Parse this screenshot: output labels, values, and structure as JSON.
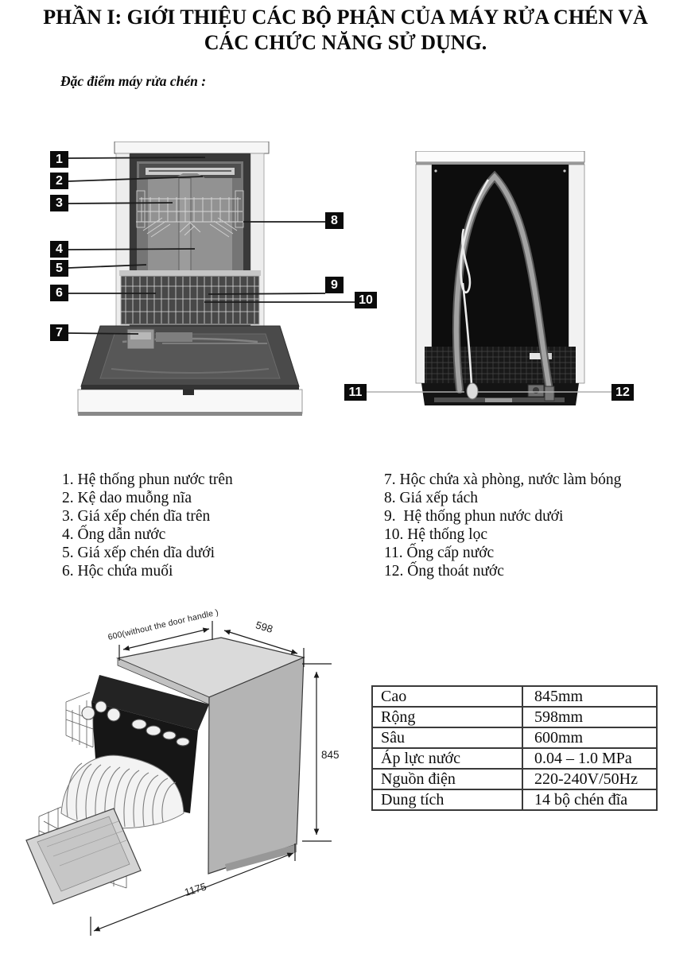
{
  "page": {
    "title_line1": "PHẦN I: GIỚI THIỆU CÁC BỘ PHẬN CỦA MÁY RỬA CHÉN VÀ",
    "title_line2": "CÁC CHỨC NĂNG SỬ DỤNG.",
    "subtitle": "Đặc điểm máy rửa chén :"
  },
  "figure": {
    "callouts": [
      "1",
      "2",
      "3",
      "4",
      "5",
      "6",
      "7",
      "8",
      "9",
      "10",
      "11",
      "12"
    ]
  },
  "parts_list": {
    "left": [
      "1. Hệ thống phun nước trên",
      "2. Kệ dao muỗng nĩa",
      "3. Giá xếp chén dĩa trên",
      "4. Ống dẫn nước",
      "5. Giá xếp chén dĩa dưới",
      "6. Hộc chứa muối"
    ],
    "right": [
      "7. Hộc chứa xà phòng, nước làm bóng",
      "8. Giá xếp tách",
      "9.  Hệ thống phun nước dưới",
      "10. Hệ thống lọc",
      "11. Ống cấp nước",
      "12. Ống thoát nước"
    ]
  },
  "dimensions": {
    "width_no_handle": "600(without the door handle )",
    "depth": "598",
    "height": "845",
    "depth_door_open": "1175"
  },
  "spec_table": {
    "rows": [
      {
        "label": "Cao",
        "value": "845mm"
      },
      {
        "label": "Rộng",
        "value": "598mm"
      },
      {
        "label": "Sâu",
        "value": "600mm"
      },
      {
        "label": "Áp lực nước",
        "value": "0.04 – 1.0 MPa"
      },
      {
        "label": "Nguồn điện",
        "value": "220-240V/50Hz"
      },
      {
        "label": "Dung tích",
        "value": "14 bộ chén đĩa"
      }
    ]
  }
}
